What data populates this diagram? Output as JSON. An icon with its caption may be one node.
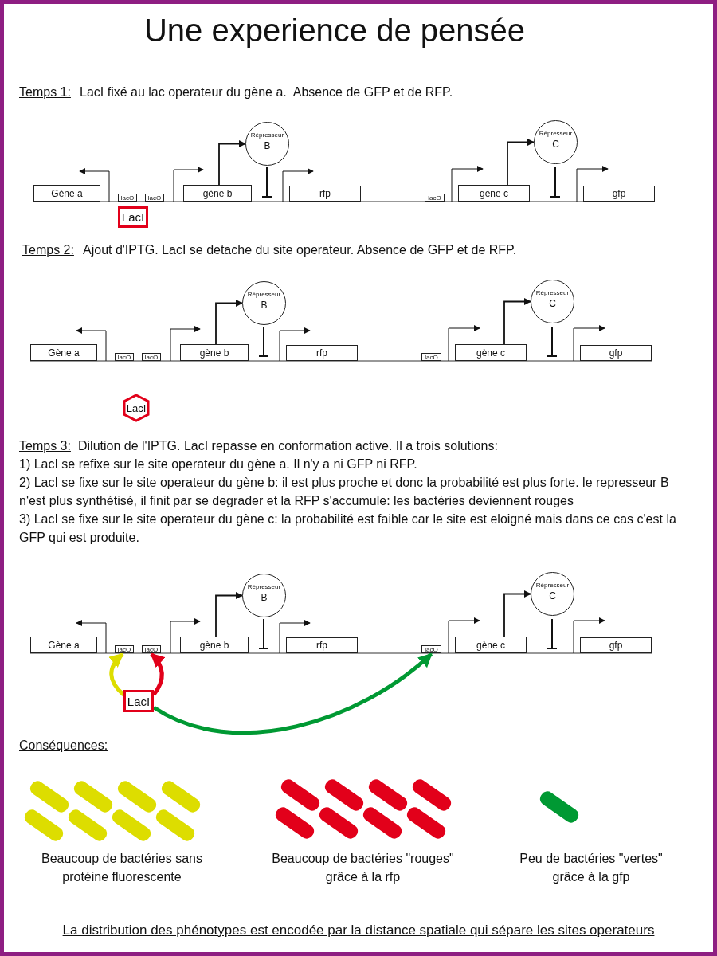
{
  "diagram": {
    "title": "Une experience de pensée",
    "nodes": [
      {
        "text": [
          "Gène a"
        ]
      },
      {
        "text": [
          "lacO"
        ]
      },
      {
        "text": [
          "lacO"
        ]
      },
      {
        "text": [
          "gène b"
        ]
      },
      {
        "text": [
          "Répresseur",
          "B"
        ]
      },
      {
        "text": [
          "rfp"
        ]
      },
      {
        "text": [
          "lacO"
        ]
      },
      {
        "text": [
          "gène c"
        ]
      },
      {
        "text": [
          "Répresseur",
          "C"
        ]
      },
      {
        "text": [
          "gfp"
        ]
      },
      {
        "text": [
          "LacI"
        ]
      },
      {
        "text": [
          "Gène a"
        ]
      },
      {
        "text": [
          "lacO"
        ]
      },
      {
        "text": [
          "lacO"
        ]
      },
      {
        "text": [
          "gène b"
        ]
      },
      {
        "text": [
          "Répresseur",
          "B"
        ]
      },
      {
        "text": [
          "rfp"
        ]
      },
      {
        "text": [
          "lacO"
        ]
      },
      {
        "text": [
          "gène c"
        ]
      },
      {
        "text": [
          "Répresseur",
          "C"
        ]
      },
      {
        "text": [
          "gfp"
        ]
      },
      {
        "text": [
          "LacI"
        ]
      },
      {
        "text": [
          "Gène a"
        ]
      },
      {
        "text": [
          "lacO"
        ]
      },
      {
        "text": [
          "lacO"
        ]
      },
      {
        "text": [
          "gène b"
        ]
      },
      {
        "text": [
          "Répresseur",
          "B"
        ]
      },
      {
        "text": [
          "rfp"
        ]
      },
      {
        "text": [
          "lacO"
        ]
      },
      {
        "text": [
          "gène c"
        ]
      },
      {
        "text": [
          "Répresseur",
          "C"
        ]
      },
      {
        "text": [
          "gfp"
        ]
      },
      {
        "text": [
          "LacI"
        ]
      }
    ],
    "edges": [
      {
        "from": 3,
        "to": 4,
        "arrow": "to"
      },
      {
        "from": 7,
        "to": 8,
        "arrow": "to"
      },
      {
        "from": 14,
        "to": 15,
        "arrow": "to"
      },
      {
        "from": 18,
        "to": 19,
        "arrow": "to"
      },
      {
        "from": 25,
        "to": 26,
        "arrow": "to"
      },
      {
        "from": 29,
        "to": 30,
        "arrow": "to"
      },
      {
        "from": 32,
        "to": 23,
        "arrow": "to",
        "style": "thick",
        "color": "#dddd00"
      },
      {
        "from": 32,
        "to": 24,
        "arrow": "to",
        "style": "thick",
        "color": "#e2001a"
      },
      {
        "from": 32,
        "to": 28,
        "arrow": "to",
        "style": "thick",
        "color": "#009933"
      }
    ],
    "labels": [
      "Temps 1:",
      "LacI fixé au lac operateur du gène a.  Absence de GFP et de RFP.",
      "Temps 2:",
      "Ajout d'IPTG. LacI se detache du site operateur. Absence de GFP et de RFP.",
      "Temps 3:",
      "Dilution de l'IPTG. LacI repasse en conformation active. Il a trois solutions:",
      "1) LacI se refixe sur le site operateur du gène a. Il n'y a ni GFP ni RFP.",
      "2) LacI se fixe sur le site operateur du gène b: il est plus proche et donc la probabilité est plus forte. le represseur B n'est plus synthétisé, il finit par se degrader et la RFP s'accumule: les bactéries deviennent rouges",
      "3) LacI se fixe sur le site operateur du gène c: la probabilité est faible car le site est eloigné mais dans ce cas c'est la GFP qui est produite.",
      "Conséquences:",
      "Beaucoup de bactéries sans protéine fluorescente",
      "Beaucoup de bactéries \"rouges\" grâce à la rfp",
      "Peu de bactéries \"vertes\" grâce à la gfp",
      "La distribution des phénotypes est encodée par la distance spatiale qui sépare les sites operateurs"
    ]
  }
}
